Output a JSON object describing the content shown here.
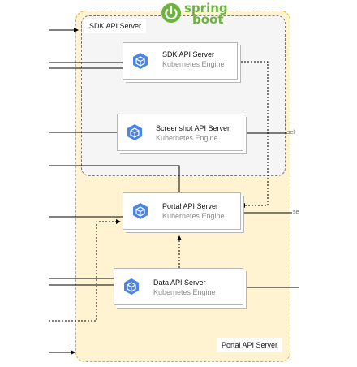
{
  "logo": {
    "line1": "spring",
    "line2": "boot",
    "color": "#6db33f"
  },
  "regions": {
    "sdk": {
      "label": "SDK API Server"
    },
    "portal": {
      "label": "Portal API Server"
    }
  },
  "nodes": [
    {
      "title": "SDK API Server",
      "subtitle": "Kubernetes Engine"
    },
    {
      "title": "Screenshot API Server",
      "subtitle": "Kubernetes Engine"
    },
    {
      "title": "Portal API Server",
      "subtitle": "Kubernetes Engine"
    },
    {
      "title": "Data API Server",
      "subtitle": "Kubernetes Engine"
    }
  ],
  "edge_labels": {
    "right_1": "sel",
    "right_2": "se"
  },
  "colors": {
    "portal_fill": "#fff3d1",
    "portal_border": "#e6b800",
    "sdk_fill": "#f5f5f5",
    "icon_blue": "#4a86e8"
  }
}
